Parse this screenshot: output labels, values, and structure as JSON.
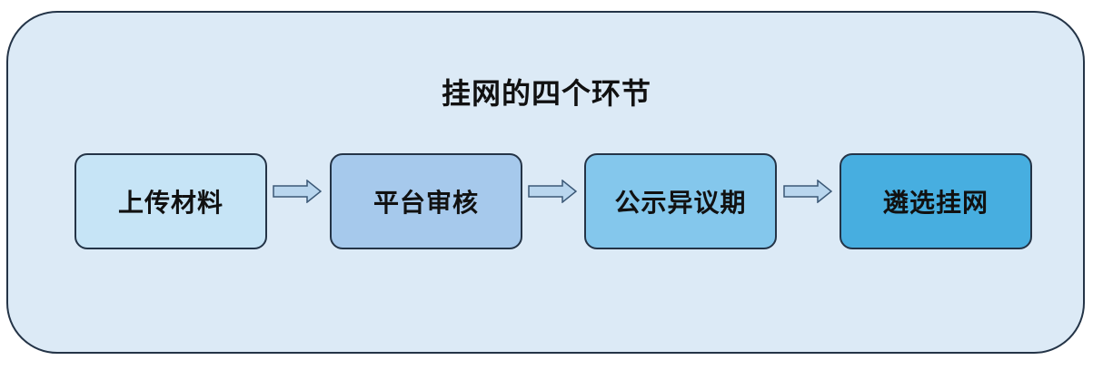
{
  "diagram": {
    "title": "挂网的四个环节",
    "steps": [
      {
        "label": "上传材料",
        "color": "#c6e4f6"
      },
      {
        "label": "平台审核",
        "color": "#a6c9ec"
      },
      {
        "label": "公示异议期",
        "color": "#84c7ec"
      },
      {
        "label": "遴选挂网",
        "color": "#47aee0"
      }
    ],
    "colors": {
      "frame_fill": "#dceaf6",
      "frame_stroke": "#243447",
      "arrow_fill": "#b9d6ee",
      "arrow_stroke": "#3b5876"
    },
    "arrow_icon": "right-arrow-icon"
  }
}
